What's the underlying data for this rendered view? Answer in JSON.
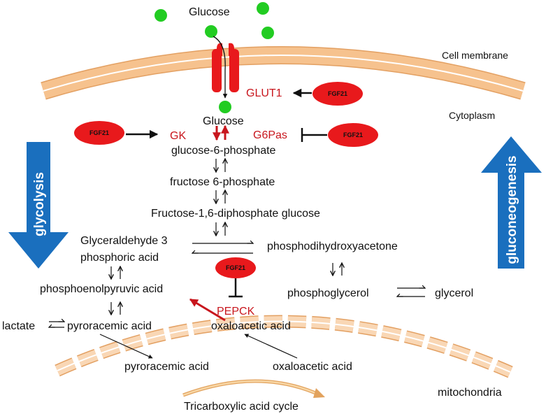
{
  "colors": {
    "membrane": "#f6c28e",
    "membrane_stroke": "#e3a062",
    "mito": "#f2c69a",
    "glucose_dot": "#22cc22",
    "fgf21_fill": "#e8191c",
    "enzyme_red": "#c8161d",
    "arrow_blue": "#1a6fbe"
  },
  "labels": {
    "glucose_out": "Glucose",
    "cell_membrane": "Cell membrane",
    "cytoplasm": "Cytoplasm",
    "glut1": "GLUT1",
    "glucose_in": "Glucose",
    "gk": "GK",
    "g6pas": "G6Pas",
    "g6p": "glucose-6-phosphate",
    "f6p": "fructose 6-phosphate",
    "f16dp": "Fructose-1,6-diphosphate glucose",
    "glyceraldehyde_line1": "Glyceraldehyde 3",
    "glyceraldehyde_line2": "phosphoric acid",
    "dhap": "phosphodihydroxyacetone",
    "pep": "phosphoenolpyruvic acid",
    "phosphoglycerol": "phosphoglycerol",
    "glycerol": "glycerol",
    "pepck": "PEPCK",
    "lactate": "lactate",
    "pyruvate_cyto": "pyroracemic acid",
    "oaa_cyto": "oxaloacetic acid",
    "pyruvate_mito": "pyroracemic acid",
    "oaa_mito": "oxaloacetic acid",
    "mitochondria": "mitochondria",
    "tca": "Tricarboxylic acid cycle",
    "glycolysis": "glycolysis",
    "gluconeogenesis": "gluconeogenesis",
    "fgf21": "FGF21"
  }
}
